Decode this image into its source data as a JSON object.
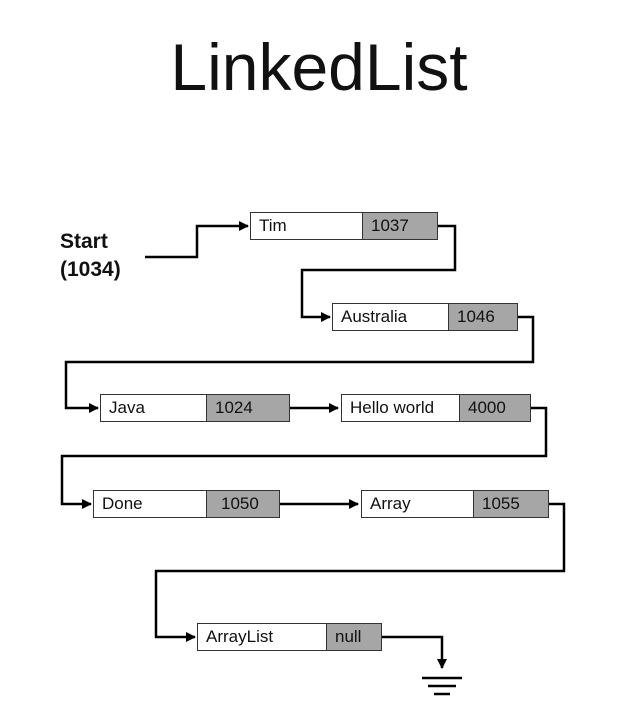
{
  "title": "LinkedList",
  "start": {
    "label": "Start",
    "address": "(1034)"
  },
  "nodes": [
    {
      "value": "Tim",
      "next": "1037"
    },
    {
      "value": "Australia",
      "next": "1046"
    },
    {
      "value": "Java",
      "next": "1024"
    },
    {
      "value": "Hello world",
      "next": "4000"
    },
    {
      "value": "Done",
      "next": "1050"
    },
    {
      "value": "Array",
      "next": "1055"
    },
    {
      "value": "ArrayList",
      "next": "null"
    }
  ],
  "terminator_icon": "ground-icon",
  "colors": {
    "pointer_cell": "#a6a6a6",
    "line": "#000000"
  }
}
